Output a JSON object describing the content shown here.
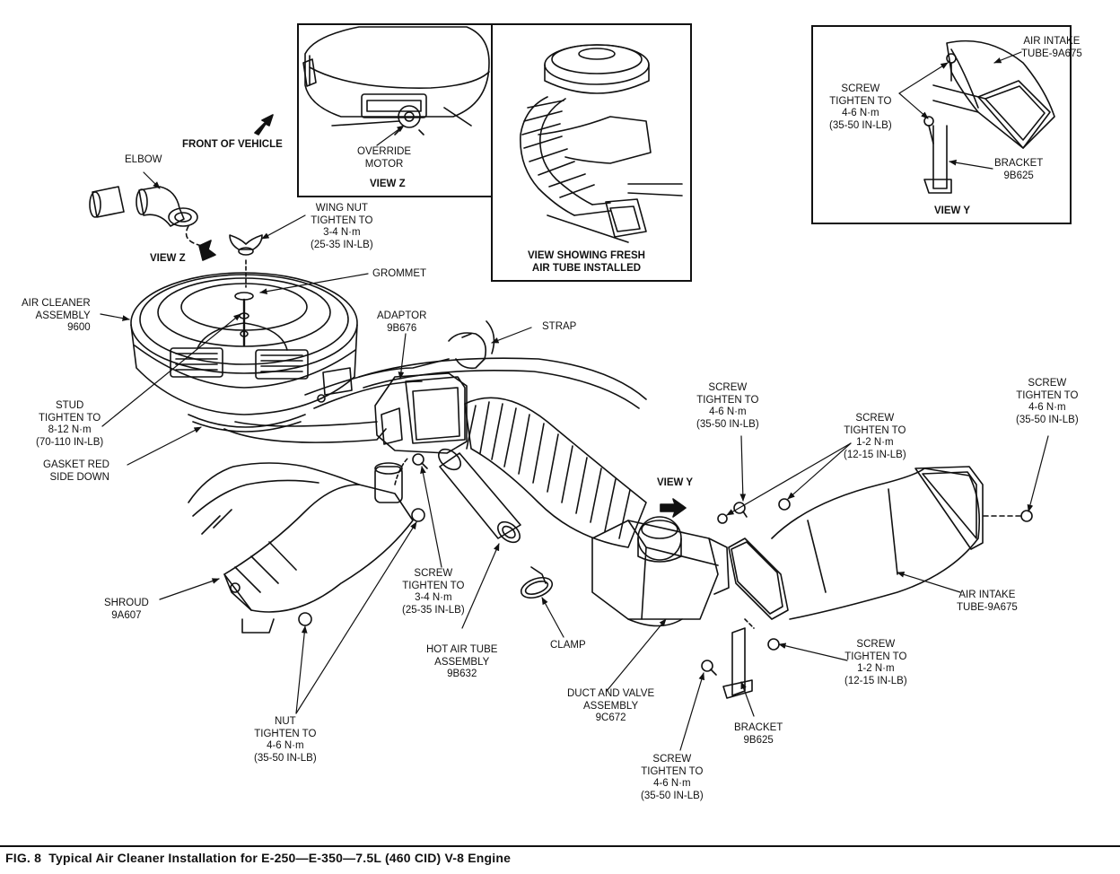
{
  "figure": {
    "caption": "FIG. 8  Typical Air Cleaner Installation for E-250—E-350—7.5L (460 CID) V-8 Engine"
  },
  "insets": {
    "view_z": {
      "title": "VIEW Z",
      "override_motor": "OVERRIDE\nMOTOR"
    },
    "fresh_air": {
      "title": "VIEW SHOWING FRESH\nAIR TUBE INSTALLED"
    },
    "view_y": {
      "title": "VIEW Y",
      "air_intake": "AIR INTAKE\nTUBE-9A675",
      "screw": "SCREW\nTIGHTEN TO\n4-6 N·m\n(35-50 IN-LB)",
      "bracket": "BRACKET\n9B625"
    }
  },
  "labels": {
    "front_of_vehicle": "FRONT OF VEHICLE",
    "elbow": "ELBOW",
    "wing_nut": "WING NUT\nTIGHTEN TO\n3-4 N·m\n(25-35 IN-LB)",
    "view_z_marker": "VIEW Z",
    "grommet": "GROMMET",
    "air_cleaner": "AIR CLEANER\nASSEMBLY\n9600",
    "adaptor": "ADAPTOR\n9B676",
    "strap": "STRAP",
    "stud": "STUD\nTIGHTEN TO\n8-12 N·m\n(70-110 IN-LB)",
    "gasket": "GASKET RED\nSIDE DOWN",
    "screw_mid_top": "SCREW\nTIGHTEN TO\n4-6 N·m\n(35-50 IN-LB)",
    "screw_right_mid": "SCREW\nTIGHTEN TO\n1-2 N·m\n(12-15 IN-LB)",
    "screw_far_right": "SCREW\nTIGHTEN TO\n4-6 N·m\n(35-50 IN-LB)",
    "view_y_marker": "VIEW Y",
    "screw_adaptor": "SCREW\nTIGHTEN TO\n3-4 N·m\n(25-35 IN-LB)",
    "shroud": "SHROUD\n9A607",
    "hot_air_tube": "HOT AIR TUBE\nASSEMBLY\n9B632",
    "clamp": "CLAMP",
    "air_intake_main": "AIR INTAKE\nTUBE-9A675",
    "screw_lower_right": "SCREW\nTIGHTEN TO\n1-2 N·m\n(12-15 IN-LB)",
    "duct_valve": "DUCT AND VALVE\nASSEMBLY\n9C672",
    "bracket_main": "BRACKET\n9B625",
    "nut": "NUT\nTIGHTEN TO\n4-6 N·m\n(35-50 IN-LB)",
    "screw_bottom": "SCREW\nTIGHTEN TO\n4-6 N·m\n(35-50 IN-LB)"
  }
}
